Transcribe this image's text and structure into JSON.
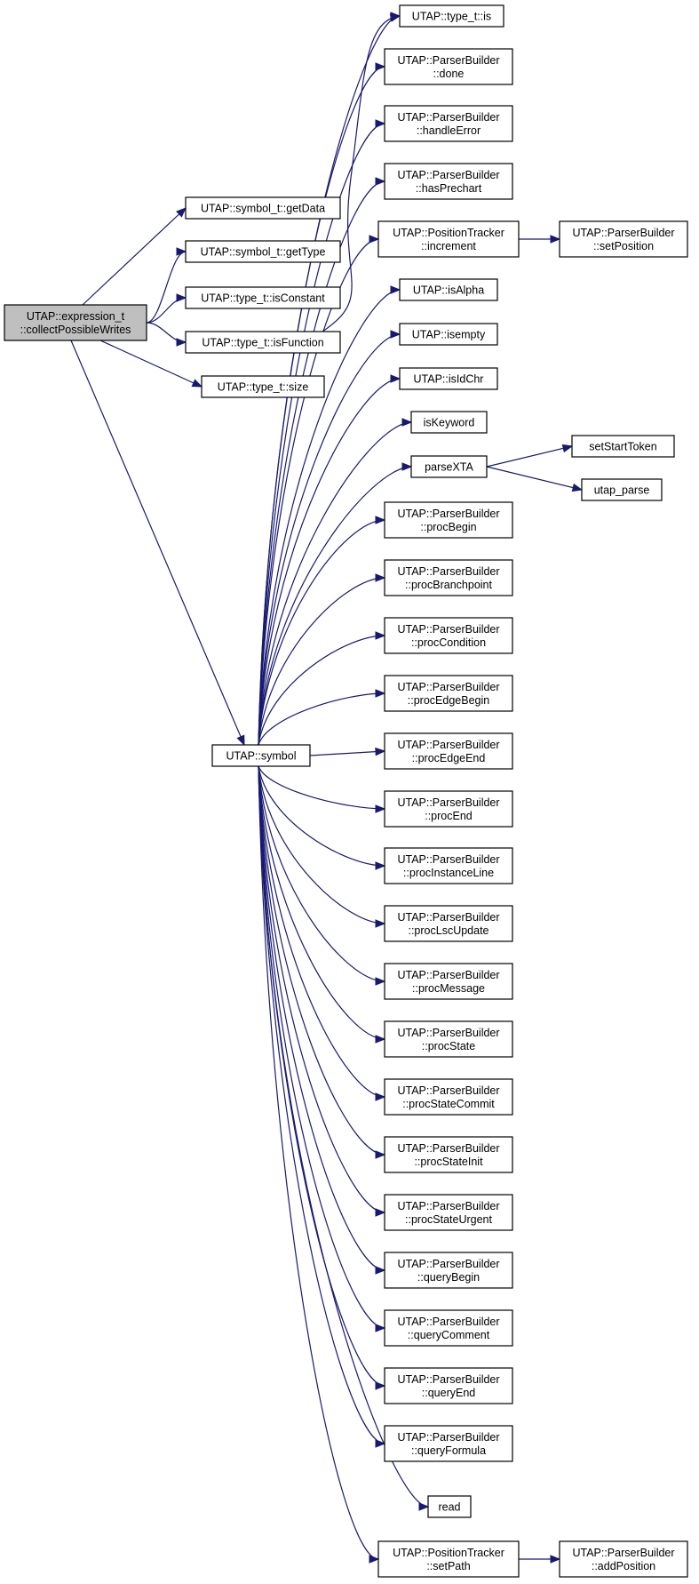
{
  "edge_color": "#191970",
  "root_fill": "#bfbfbf",
  "nodes": {
    "root": [
      "UTAP::expression_t",
      "::collectPossibleWrites"
    ],
    "getData": [
      "UTAP::symbol_t::getData"
    ],
    "getType": [
      "UTAP::symbol_t::getType"
    ],
    "isConstant": [
      "UTAP::type_t::isConstant"
    ],
    "isFunction": [
      "UTAP::type_t::isFunction"
    ],
    "size": [
      "UTAP::type_t::size"
    ],
    "symbol": [
      "UTAP::symbol"
    ],
    "is": [
      "UTAP::type_t::is"
    ],
    "done": [
      "UTAP::ParserBuilder",
      "::done"
    ],
    "handleError": [
      "UTAP::ParserBuilder",
      "::handleError"
    ],
    "hasPrechart": [
      "UTAP::ParserBuilder",
      "::hasPrechart"
    ],
    "increment": [
      "UTAP::PositionTracker",
      "::increment"
    ],
    "setPosition": [
      "UTAP::ParserBuilder",
      "::setPosition"
    ],
    "isAlpha": [
      "UTAP::isAlpha"
    ],
    "isempty": [
      "UTAP::isempty"
    ],
    "isIdChr": [
      "UTAP::isIdChr"
    ],
    "isKeyword": [
      "isKeyword"
    ],
    "parseXTA": [
      "parseXTA"
    ],
    "setStartToken": [
      "setStartToken"
    ],
    "utap_parse": [
      "utap_parse"
    ],
    "procBegin": [
      "UTAP::ParserBuilder",
      "::procBegin"
    ],
    "procBranchpoint": [
      "UTAP::ParserBuilder",
      "::procBranchpoint"
    ],
    "procCondition": [
      "UTAP::ParserBuilder",
      "::procCondition"
    ],
    "procEdgeBegin": [
      "UTAP::ParserBuilder",
      "::procEdgeBegin"
    ],
    "procEdgeEnd": [
      "UTAP::ParserBuilder",
      "::procEdgeEnd"
    ],
    "procEnd": [
      "UTAP::ParserBuilder",
      "::procEnd"
    ],
    "procInstanceLine": [
      "UTAP::ParserBuilder",
      "::procInstanceLine"
    ],
    "procLscUpdate": [
      "UTAP::ParserBuilder",
      "::procLscUpdate"
    ],
    "procMessage": [
      "UTAP::ParserBuilder",
      "::procMessage"
    ],
    "procState": [
      "UTAP::ParserBuilder",
      "::procState"
    ],
    "procStateCommit": [
      "UTAP::ParserBuilder",
      "::procStateCommit"
    ],
    "procStateInit": [
      "UTAP::ParserBuilder",
      "::procStateInit"
    ],
    "procStateUrgent": [
      "UTAP::ParserBuilder",
      "::procStateUrgent"
    ],
    "queryBegin": [
      "UTAP::ParserBuilder",
      "::queryBegin"
    ],
    "queryComment": [
      "UTAP::ParserBuilder",
      "::queryComment"
    ],
    "queryEnd": [
      "UTAP::ParserBuilder",
      "::queryEnd"
    ],
    "queryFormula": [
      "UTAP::ParserBuilder",
      "::queryFormula"
    ],
    "read": [
      "read"
    ],
    "setPath": [
      "UTAP::PositionTracker",
      "::setPath"
    ],
    "addPosition": [
      "UTAP::ParserBuilder",
      "::addPosition"
    ]
  },
  "edges": [
    [
      "root",
      "getData"
    ],
    [
      "root",
      "getType"
    ],
    [
      "root",
      "isConstant"
    ],
    [
      "root",
      "isFunction"
    ],
    [
      "root",
      "size"
    ],
    [
      "root",
      "symbol"
    ],
    [
      "isFunction",
      "is"
    ],
    [
      "symbol",
      "is"
    ],
    [
      "symbol",
      "done"
    ],
    [
      "symbol",
      "handleError"
    ],
    [
      "symbol",
      "hasPrechart"
    ],
    [
      "symbol",
      "increment"
    ],
    [
      "symbol",
      "isAlpha"
    ],
    [
      "symbol",
      "isempty"
    ],
    [
      "symbol",
      "isIdChr"
    ],
    [
      "symbol",
      "isKeyword"
    ],
    [
      "symbol",
      "parseXTA"
    ],
    [
      "symbol",
      "procBegin"
    ],
    [
      "symbol",
      "procBranchpoint"
    ],
    [
      "symbol",
      "procCondition"
    ],
    [
      "symbol",
      "procEdgeBegin"
    ],
    [
      "symbol",
      "procEdgeEnd"
    ],
    [
      "symbol",
      "procEnd"
    ],
    [
      "symbol",
      "procInstanceLine"
    ],
    [
      "symbol",
      "procLscUpdate"
    ],
    [
      "symbol",
      "procMessage"
    ],
    [
      "symbol",
      "procState"
    ],
    [
      "symbol",
      "procStateCommit"
    ],
    [
      "symbol",
      "procStateInit"
    ],
    [
      "symbol",
      "procStateUrgent"
    ],
    [
      "symbol",
      "queryBegin"
    ],
    [
      "symbol",
      "queryComment"
    ],
    [
      "symbol",
      "queryEnd"
    ],
    [
      "symbol",
      "queryFormula"
    ],
    [
      "symbol",
      "read"
    ],
    [
      "symbol",
      "setPath"
    ],
    [
      "increment",
      "setPosition"
    ],
    [
      "parseXTA",
      "setStartToken"
    ],
    [
      "parseXTA",
      "utap_parse"
    ],
    [
      "setPath",
      "addPosition"
    ]
  ]
}
